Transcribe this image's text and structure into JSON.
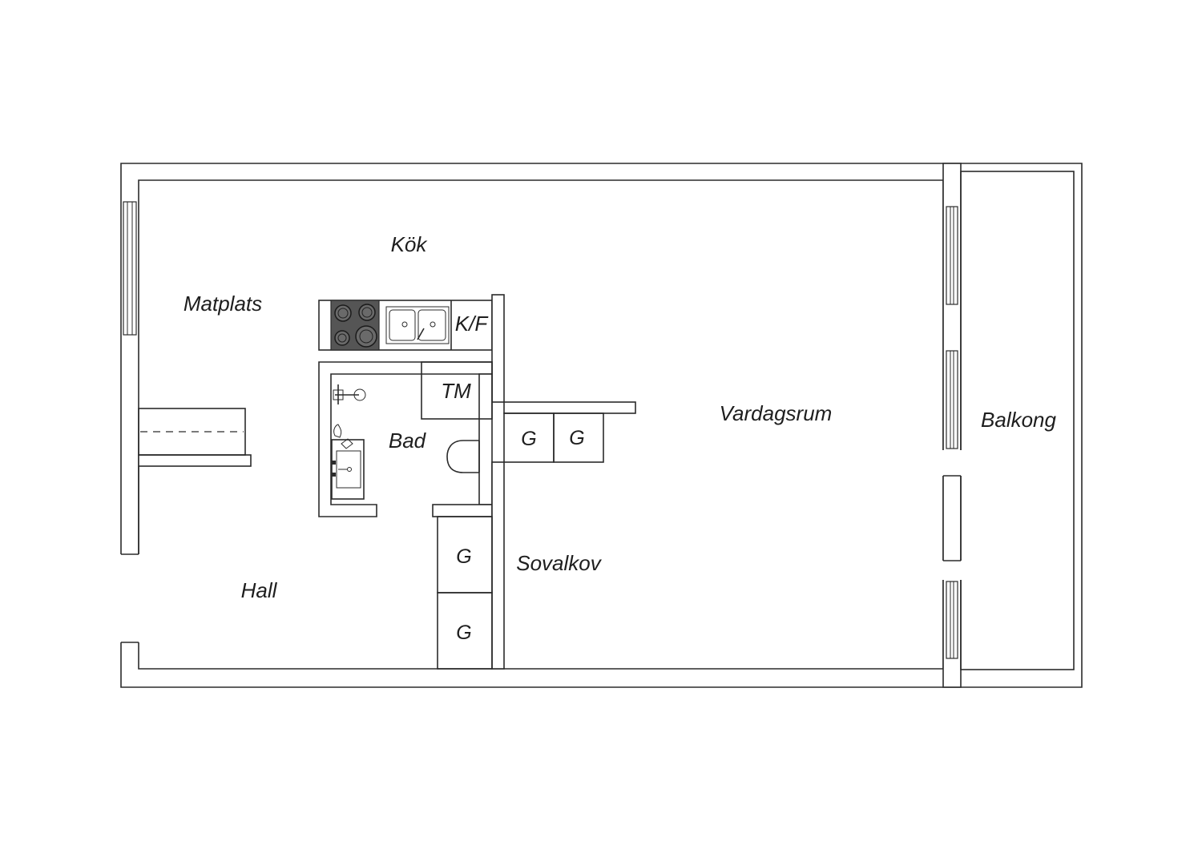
{
  "rooms": {
    "kok": "Kök",
    "matplats": "Matplats",
    "kf": "K/F",
    "tm": "TM",
    "bad": "Bad",
    "vardagsrum": "Vardagsrum",
    "balkong": "Balkong",
    "sovalkov": "Sovalkov",
    "hall": "Hall"
  },
  "closets": {
    "g1": "G",
    "g2": "G",
    "g3": "G",
    "g4": "G"
  }
}
